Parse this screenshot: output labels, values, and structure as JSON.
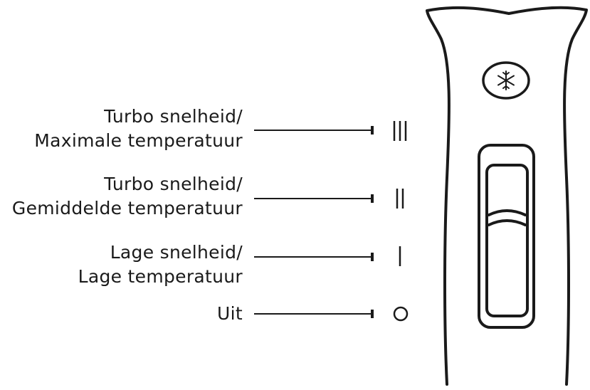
{
  "settings": [
    {
      "line1": "Turbo snelheid/",
      "line2": "Maximale temperatuur",
      "symbol": "III"
    },
    {
      "line1": "Turbo snelheid/",
      "line2": "Gemiddelde temperatuur",
      "symbol": "II"
    },
    {
      "line1": "Lage snelheid/",
      "line2": "Lage temperatuur",
      "symbol": "I"
    },
    {
      "line1": "Uit",
      "symbol": "O"
    }
  ],
  "device": {
    "cool_button_icon": "snowflake-icon",
    "switch": "slide-switch"
  },
  "colors": {
    "ink": "#1a1a1a",
    "background": "#ffffff"
  }
}
